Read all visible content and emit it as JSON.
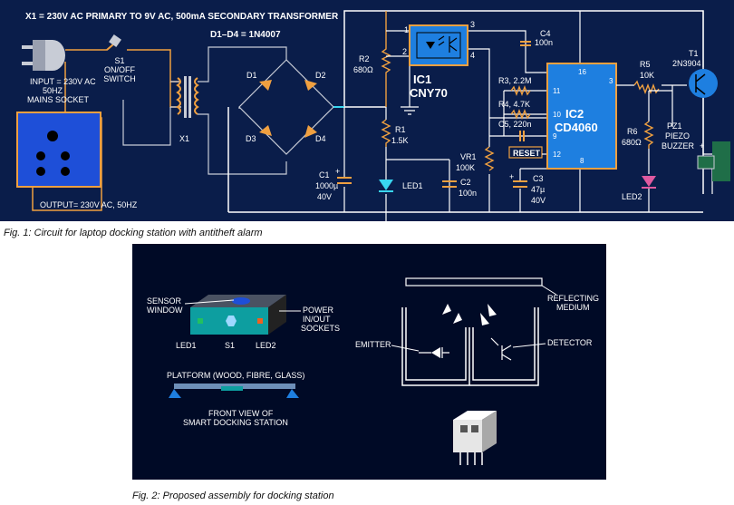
{
  "figure1": {
    "caption": "Fig. 1: Circuit for laptop docking station with antitheft alarm",
    "transformer_note": "X1 = 230V AC PRIMARY TO 9V AC, 500mA SECONDARY TRANSFORMER",
    "diode_note": "D1–D4 = 1N4007",
    "input_label": [
      "INPUT = 230V AC",
      "50HZ",
      "MAINS SOCKET"
    ],
    "switch_label": [
      "S1",
      "ON/OFF",
      "SWITCH"
    ],
    "x1": "X1",
    "output_label": "OUTPUT= 230V AC, 50HZ",
    "d1": "D1",
    "d2": "D2",
    "d3": "D3",
    "d4": "D4",
    "r2": [
      "R2",
      "680Ω"
    ],
    "r1": [
      "R1",
      "1.5K"
    ],
    "c1": [
      "C1",
      "1000µ",
      "40V"
    ],
    "led1": "LED1",
    "ic1": [
      "IC1",
      "CNY70"
    ],
    "pin1": "1",
    "pin2": "2",
    "pin3": "3",
    "pin4": "4",
    "c4": [
      "C4",
      "100n"
    ],
    "r3": "R3, 2.2M",
    "r4": "R4, 4.7K",
    "c5": "C5, 220n",
    "reset": "RESET",
    "vr1": [
      "VR1",
      "100K"
    ],
    "c2": [
      "C2",
      "100n"
    ],
    "c3": [
      "C3",
      "47µ",
      "40V"
    ],
    "ic2": [
      "IC2",
      "CD4060"
    ],
    "ic2_pins": {
      "p16": "16",
      "p11": "11",
      "p10": "10",
      "p9": "9",
      "p12": "12",
      "p8": "8",
      "p3": "3"
    },
    "r5": [
      "R5",
      "10K"
    ],
    "t1": [
      "T1",
      "2N3904"
    ],
    "r6": [
      "R6",
      "680Ω"
    ],
    "led2": "LED2",
    "pz1": [
      "PZ1",
      "PIEZO",
      "BUZZER"
    ],
    "plus": "+"
  },
  "figure2": {
    "caption": "Fig. 2: Proposed assembly for docking station",
    "sensor_window": [
      "SENSOR",
      "WINDOW"
    ],
    "power_sockets": [
      "POWER",
      "IN/OUT",
      "SOCKETS"
    ],
    "led1": "LED1",
    "s1": "S1",
    "led2": "LED2",
    "platform": "PLATFORM (WOOD, FIBRE, GLASS)",
    "front_view": [
      "FRONT VIEW OF",
      "SMART DOCKING STATION"
    ],
    "reflecting": [
      "REFLECTING",
      "MEDIUM"
    ],
    "emitter": "EMITTER",
    "detector": "DETECTOR"
  },
  "colors": {
    "background": "#0a1d4a",
    "wire": "#ffffff",
    "chip": "#1e7fe0",
    "socket": "#1e4fd8",
    "led": "#39d6f0",
    "led2": "#e05aa0",
    "buzzer": "#1f6e48",
    "accent": "#f0a040"
  }
}
